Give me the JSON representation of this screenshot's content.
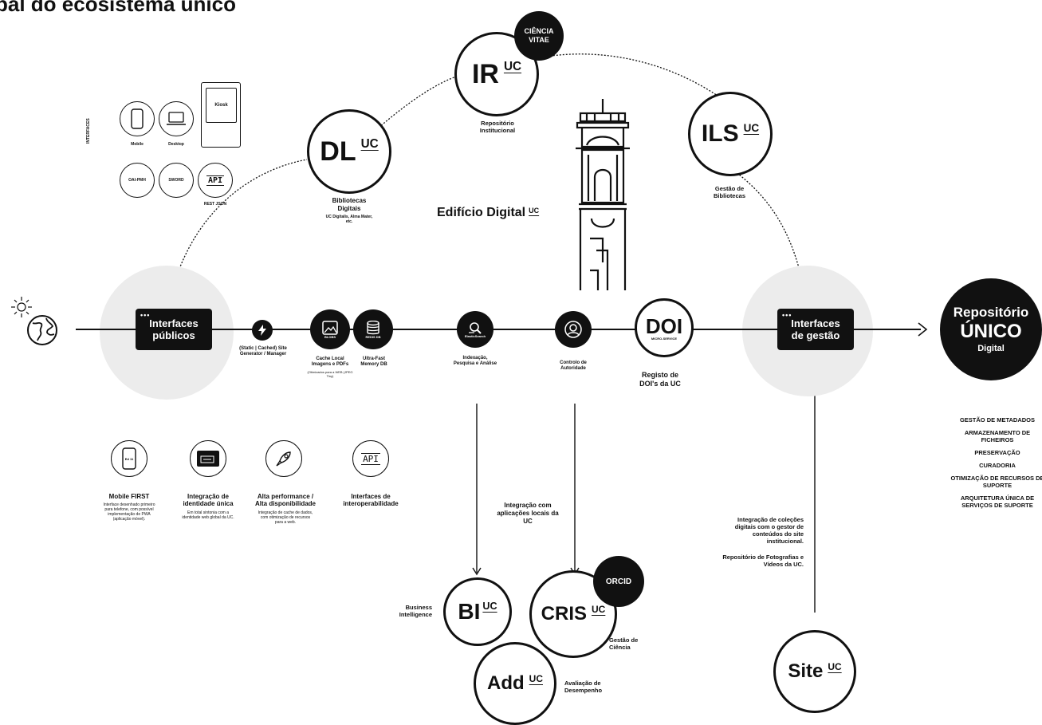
{
  "title": "bal do ecosistema único",
  "center_title": "Edifício Digital",
  "uc": "UC",
  "top_nodes": {
    "ir": {
      "abbr": "IR",
      "caption": "Repositório Institucional",
      "badge": "CIÊNCIA VITAE"
    },
    "dl": {
      "abbr": "DL",
      "caption": "Bibliotecas Digitais",
      "sub": "UC Digitalis, Alma Mater, etc."
    },
    "ils": {
      "abbr": "ILS",
      "caption": "Gestão de Bibliotecas"
    }
  },
  "interfaces": {
    "side_label": "INTERFACES",
    "devices": [
      "Mobile",
      "Desktop"
    ],
    "kiosk": "Kiosk",
    "protocols": [
      "OAI-PMH",
      "SWORD"
    ],
    "api": "API",
    "rest": "REST JSON"
  },
  "main_line": {
    "public_box": "Interfaces públicos",
    "mgmt_box": "Interfaces de gestão",
    "ssg": "(Static | Cached) Site Generator / Manager",
    "blobs": {
      "label": "BLOBS",
      "caption": "Cache Local Imagens e PDFs",
      "note": "(Otimizados para a WEB (JPEG Tiny)"
    },
    "redis": {
      "label": "REDIS DB",
      "caption": "Ultra-Fast Memory DB"
    },
    "elastic": {
      "label": "ElasticSearch",
      "caption": "Indexação, Pesquisa e Análise"
    },
    "authority": {
      "caption": "Controlo de Autoridade"
    },
    "doi": {
      "abbr": "DOI",
      "sub": "MICRO-SERVICE",
      "caption": "Registo de DOI's da UC"
    }
  },
  "repo": {
    "line1": "Repositório",
    "line2": "ÚNICO",
    "line3": "Digital",
    "list": [
      "GESTÃO DE METADADOS",
      "ARMAZENAMENTO DE FICHEIROS",
      "PRESERVAÇÃO",
      "CURADORIA",
      "OTIMIZAÇÃO DE RECURSOS DE SUPORTE",
      "ARQUITETURA ÚNICA DE SERVIÇOS DE SUPORTE"
    ]
  },
  "features": [
    {
      "icon": "Ed 11",
      "title": "Mobile FIRST",
      "desc": "Interface desenhado primeiro para telefone, com possível implementação de PWA (aplicação móvel)."
    },
    {
      "icon": "",
      "title": "Integração de identidade única",
      "desc": "Em total sintonia com a identidade web global da UC."
    },
    {
      "icon": "",
      "title": "Alta performance / Alta disponibilidade",
      "desc": "Integração de cache de dados, com otimização de recursos para a web."
    },
    {
      "icon": "API",
      "title": "Interfaces de interoperabilidade",
      "desc": ""
    }
  ],
  "integration_local": "Integração com aplicações locais da UC",
  "integration_site": "Integração de coleções digitais com o gestor de conteúdos do site institucional.",
  "integration_site2": "Repositório de Fotografias e Vídeos da UC.",
  "bottom_nodes": {
    "bi": {
      "abbr": "BI",
      "caption": "Business Intelligence"
    },
    "cris": {
      "abbr": "CRIS",
      "caption": "Gestão de Ciência",
      "badge": "ORCID"
    },
    "add": {
      "abbr": "Add",
      "caption": "Avaliação de Desempenho"
    },
    "site": {
      "abbr": "Site"
    }
  },
  "colors": {
    "ink": "#111111",
    "halo": "#ececec",
    "paper": "#ffffff"
  }
}
